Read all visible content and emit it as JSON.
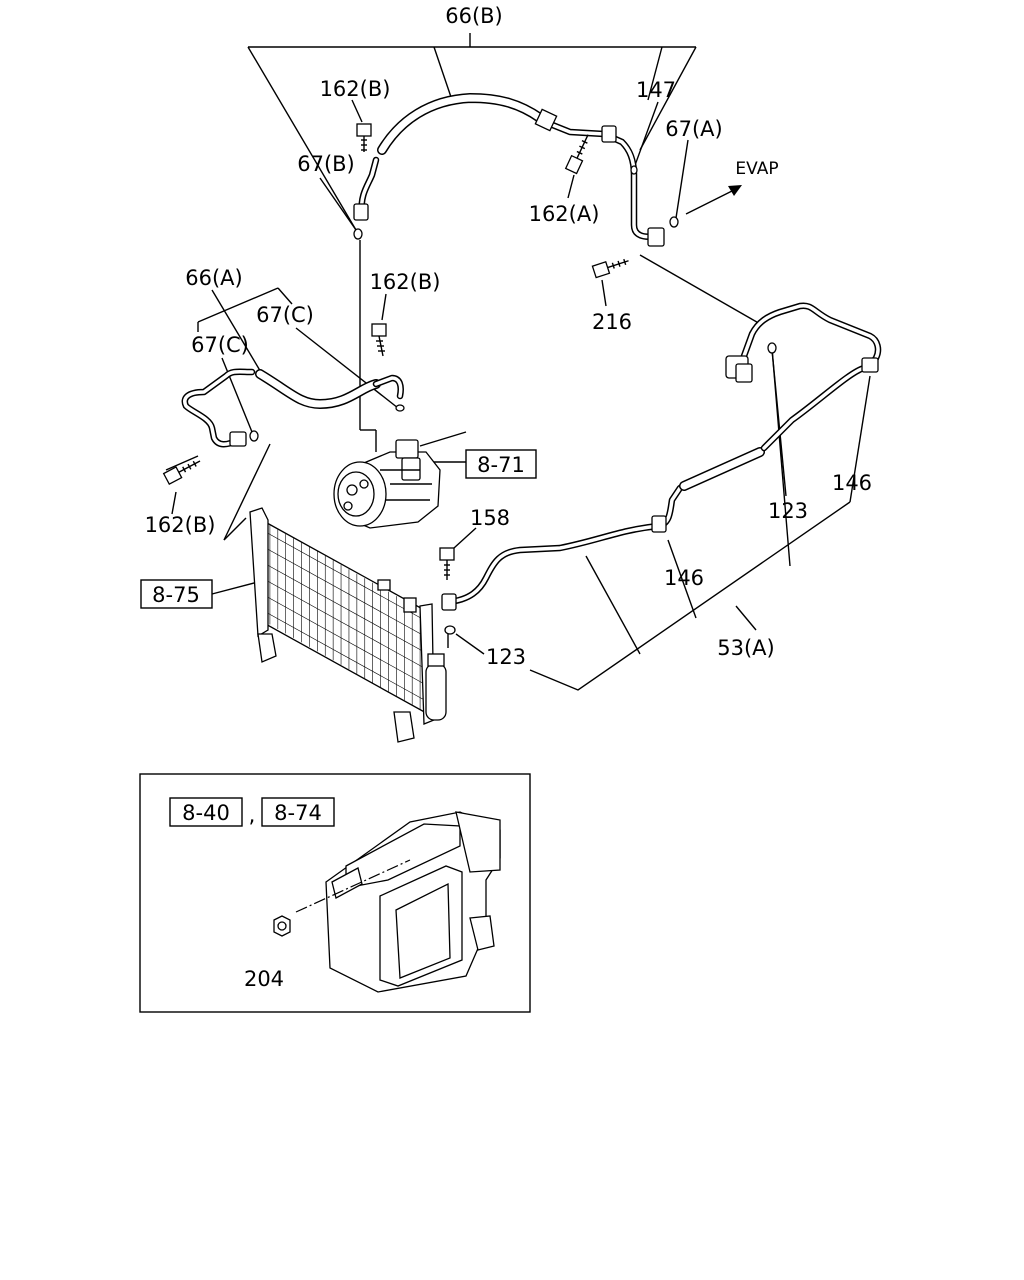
{
  "labels": {
    "l_66B": "66(B)",
    "l_162B_top": "162(B)",
    "l_147": "147",
    "l_67A": "67(A)",
    "l_67B": "67(B)",
    "l_evap": "EVAP",
    "l_162A": "162(A)",
    "l_216": "216",
    "l_66A": "66(A)",
    "l_162B_mid": "162(B)",
    "l_67C_a": "67(C)",
    "l_67C_b": "67(C)",
    "l_871": "8-71",
    "l_162B_low": "162(B)",
    "l_158": "158",
    "l_123_right": "123",
    "l_146_right": "146",
    "l_146_mid": "146",
    "l_875": "8-75",
    "l_123_low": "123",
    "l_53A": "53(A)",
    "l_840": "8-40",
    "l_comma": ",",
    "l_874": "8-74",
    "l_204": "204"
  }
}
